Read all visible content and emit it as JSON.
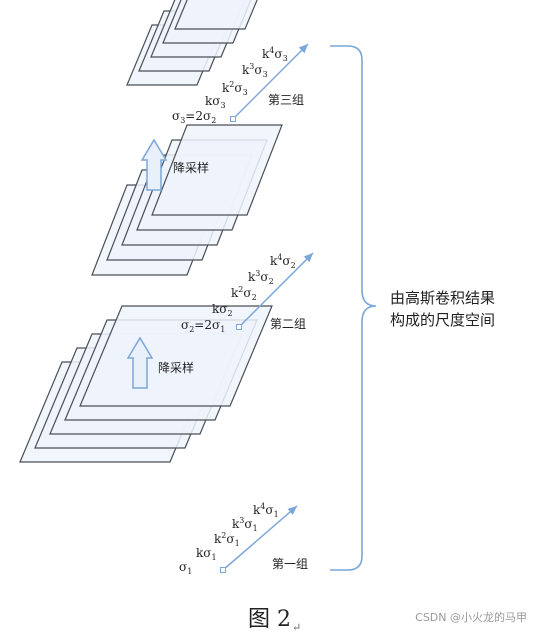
{
  "groups": [
    {
      "name": "第三组",
      "labels": [
        {
          "text": "σ3=2σ2",
          "parts": [
            [
              "σ",
              ""
            ],
            [
              "3",
              "sub"
            ],
            [
              "=2σ",
              ""
            ],
            [
              "2",
              "sub"
            ]
          ]
        },
        {
          "text": "kσ3",
          "parts": [
            [
              "kσ",
              ""
            ],
            [
              "3",
              "sub"
            ]
          ]
        },
        {
          "text": "k2σ3",
          "parts": [
            [
              "k",
              ""
            ],
            [
              "2",
              "sup"
            ],
            [
              "σ",
              ""
            ],
            [
              "3",
              "sub"
            ]
          ]
        },
        {
          "text": "k3σ3",
          "parts": [
            [
              "k",
              ""
            ],
            [
              "3",
              "sup"
            ],
            [
              "σ",
              ""
            ],
            [
              "3",
              "sub"
            ]
          ]
        },
        {
          "text": "k4σ3",
          "parts": [
            [
              "k",
              ""
            ],
            [
              "4",
              "sup"
            ],
            [
              "σ",
              ""
            ],
            [
              "3",
              "sub"
            ]
          ]
        }
      ]
    },
    {
      "name": "第二组",
      "labels": [
        {
          "text": "σ2=2σ1",
          "parts": [
            [
              "σ",
              ""
            ],
            [
              "2",
              "sub"
            ],
            [
              "=2σ",
              ""
            ],
            [
              "1",
              "sub"
            ]
          ]
        },
        {
          "text": "kσ2",
          "parts": [
            [
              "kσ",
              ""
            ],
            [
              "2",
              "sub"
            ]
          ]
        },
        {
          "text": "k2σ2",
          "parts": [
            [
              "k",
              ""
            ],
            [
              "2",
              "sup"
            ],
            [
              "σ",
              ""
            ],
            [
              "2",
              "sub"
            ]
          ]
        },
        {
          "text": "k3σ2",
          "parts": [
            [
              "k",
              ""
            ],
            [
              "3",
              "sup"
            ],
            [
              "σ",
              ""
            ],
            [
              "2",
              "sub"
            ]
          ]
        },
        {
          "text": "k4σ2",
          "parts": [
            [
              "k",
              ""
            ],
            [
              "4",
              "sup"
            ],
            [
              "σ",
              ""
            ],
            [
              "2",
              "sub"
            ]
          ]
        }
      ]
    },
    {
      "name": "第一组",
      "labels": [
        {
          "text": "σ1",
          "parts": [
            [
              "σ",
              ""
            ],
            [
              "1",
              "sub"
            ]
          ]
        },
        {
          "text": "kσ1",
          "parts": [
            [
              "kσ",
              ""
            ],
            [
              "1",
              "sub"
            ]
          ]
        },
        {
          "text": "k2σ1",
          "parts": [
            [
              "k",
              ""
            ],
            [
              "2",
              "sup"
            ],
            [
              "σ",
              ""
            ],
            [
              "1",
              "sub"
            ]
          ]
        },
        {
          "text": "k3σ1",
          "parts": [
            [
              "k",
              ""
            ],
            [
              "3",
              "sup"
            ],
            [
              "σ",
              ""
            ],
            [
              "1",
              "sub"
            ]
          ]
        },
        {
          "text": "k4σ1",
          "parts": [
            [
              "k",
              ""
            ],
            [
              "4",
              "sup"
            ],
            [
              "σ",
              ""
            ],
            [
              "1",
              "sub"
            ]
          ]
        }
      ]
    }
  ],
  "downsample_label": "降采样",
  "brace_label_line1": "由高斯卷积结果",
  "brace_label_line2": "构成的尺度空间",
  "figure_caption": "图 2",
  "return_mark": "↵",
  "watermark": "CSDN @小火龙的马甲",
  "colors": {
    "plane_fill": "#eef3fb",
    "plane_stroke": "#4a4f56",
    "accent": "#7aa6da",
    "arrow_fill": "#eaf0fa"
  }
}
